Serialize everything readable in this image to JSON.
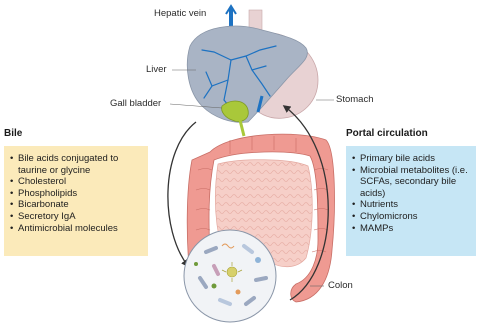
{
  "labels": {
    "hepatic_vein": "Hepatic vein",
    "liver": "Liver",
    "gall_bladder": "Gall bladder",
    "stomach": "Stomach",
    "colon": "Colon"
  },
  "bile": {
    "heading": "Bile",
    "items": [
      "Bile acids conjugated to taurine or glycine",
      "Cholesterol",
      "Phospholipids",
      "Bicarbonate",
      "Secretory IgA",
      "Antimicrobial molecules"
    ]
  },
  "portal": {
    "heading": "Portal circulation",
    "items": [
      "Primary bile acids",
      "Microbial metabolites (i.e. SCFAs, secondary bile acids)",
      "Nutrients",
      "Chylomicrons",
      "MAMPs"
    ]
  },
  "colors": {
    "bile_box": "#fbeaba",
    "portal_box": "#c6e6f5",
    "liver": "#a9b4c5",
    "stomach": "#e8d2d3",
    "colon": "#ef9a92",
    "small_intestine": "#f6cfc8",
    "vessel": "#1d72c2",
    "gall_bladder": "#a9c83a"
  }
}
